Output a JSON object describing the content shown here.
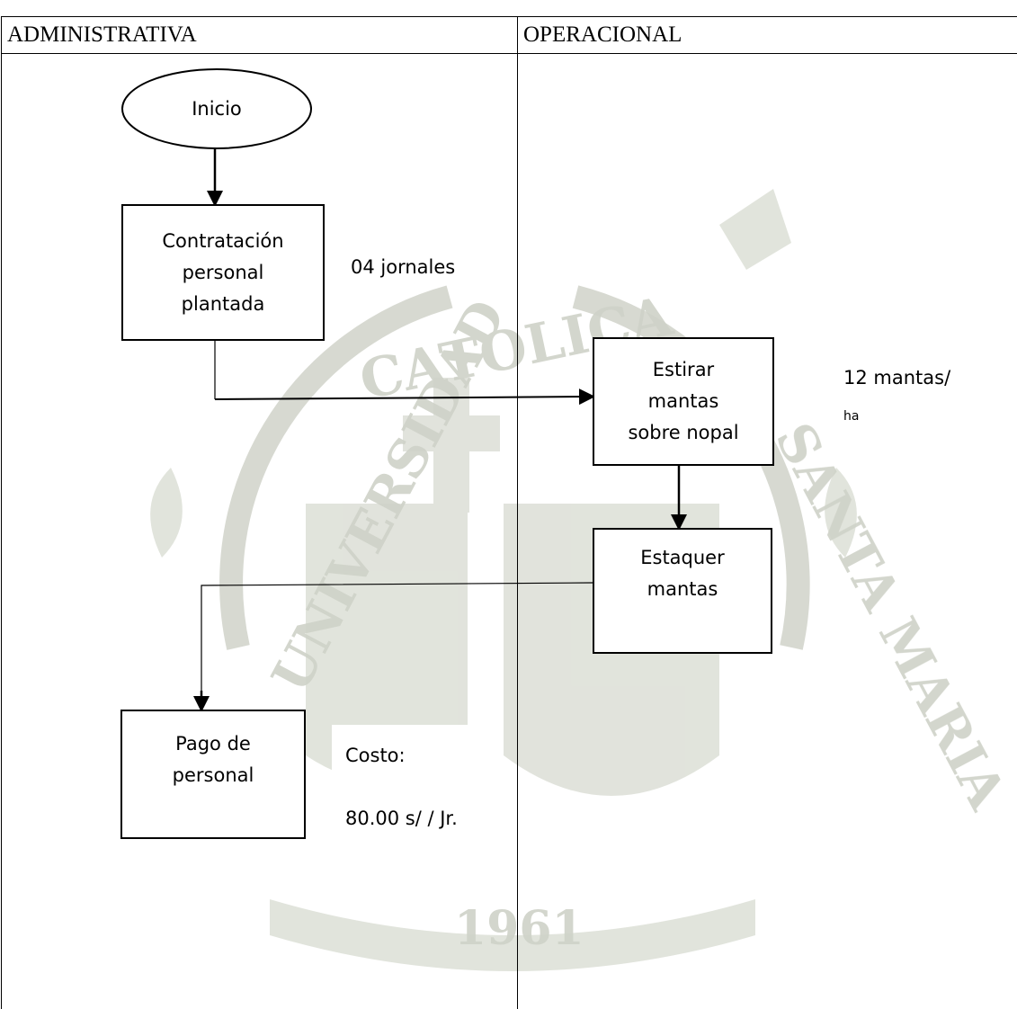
{
  "table": {
    "col_left": "ADMINISTRATIVA",
    "col_right": "OPERACIONAL"
  },
  "flowchart": {
    "start": "Inicio",
    "hire": [
      "Contratación",
      "personal",
      "plantada"
    ],
    "hire_note": "04 jornales",
    "stretch": [
      "Estirar",
      "mantas",
      "sobre nopal"
    ],
    "stretch_note_main": "12 mantas/",
    "stretch_note_sub": "ha",
    "stake": [
      "Estaquer",
      "mantas"
    ],
    "payment": [
      "Pago de",
      "personal"
    ],
    "cost_label": "Costo:",
    "cost_value": "80.00 s/ / Jr."
  },
  "watermark": {
    "text_top": "CATOLICA",
    "text_left": "UNIVERSIDAD",
    "text_right": "SANTA MARIA",
    "year": "1961",
    "color": "#c8cac0"
  }
}
